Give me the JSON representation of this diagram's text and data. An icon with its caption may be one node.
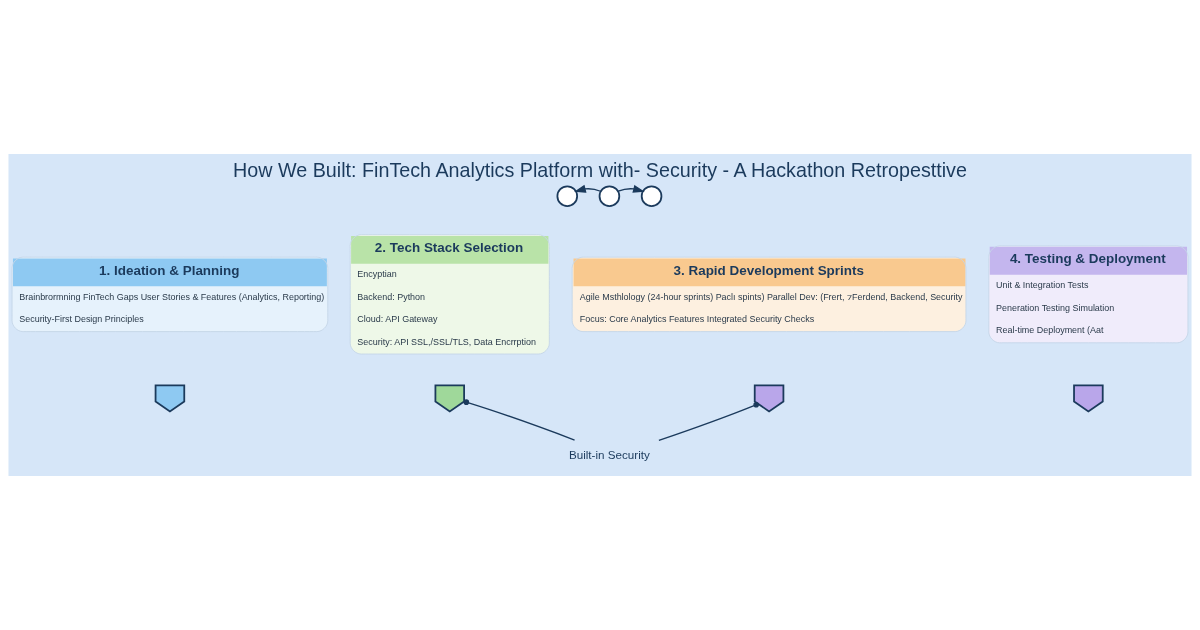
{
  "diagram": {
    "title": "How We Built: FinTech Analytics Platform with- Security - A Hackathon Retropesttive",
    "nodes": [
      {
        "text": [
          "1. Ideation & Planning",
          "Brainbrormning FinTech Gaps User Stories & Features (Analytics, Reporting)",
          "Security-First Design Principles"
        ]
      },
      {
        "text": [
          "2. Tech Stack Selection",
          "Encyptian",
          "Backend: Python",
          "Cloud: API Gateway",
          "Security: API SSL,/SSL/TLS, Data Encrrption"
        ]
      },
      {
        "text": [
          "3. Rapid Development Sprints",
          "Agile Msthlology (24-hour sprints) Paclı spints) Parallel Dev: (Frert, ⁊Ferdend, Backend, Security",
          "Focus: Core Analytics Features Integrated Security Checks"
        ]
      },
      {
        "text": [
          "4. Testing & Deployment",
          "Unit & Integration Tests",
          "Peneration Testing Simulation",
          "Real-time Deployment (Aat"
        ]
      },
      {
        "text": [],
        "shape": "circle"
      },
      {
        "text": [],
        "shape": "circle"
      },
      {
        "text": [],
        "shape": "circle"
      },
      {
        "text": [],
        "shape": "shield"
      },
      {
        "text": [],
        "shape": "shield"
      },
      {
        "text": [],
        "shape": "shield"
      },
      {
        "text": [],
        "shape": "shield"
      },
      {
        "text": [
          "Built-in Security"
        ]
      }
    ],
    "edges": [
      {
        "from": 5,
        "to": 4,
        "arrow": "to"
      },
      {
        "from": 5,
        "to": 6,
        "arrow": "to"
      },
      {
        "from": 11,
        "to": 8,
        "arrow": "other"
      },
      {
        "from": 11,
        "to": 9,
        "arrow": "other"
      }
    ]
  }
}
